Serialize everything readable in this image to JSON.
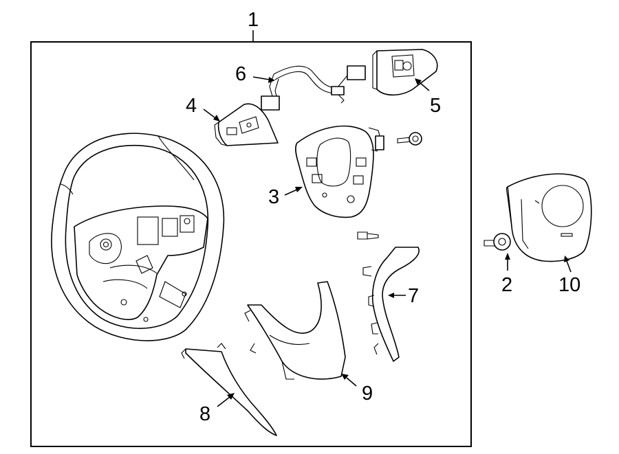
{
  "callouts": {
    "assembly": "1",
    "bolt": "2",
    "airbag_module_frame": "3",
    "left_switch": "4",
    "right_switch": "5",
    "wiring_harness": "6",
    "right_trim_cover": "7",
    "left_trim_cover": "8",
    "lower_trim_cover": "9",
    "airbag": "10"
  }
}
